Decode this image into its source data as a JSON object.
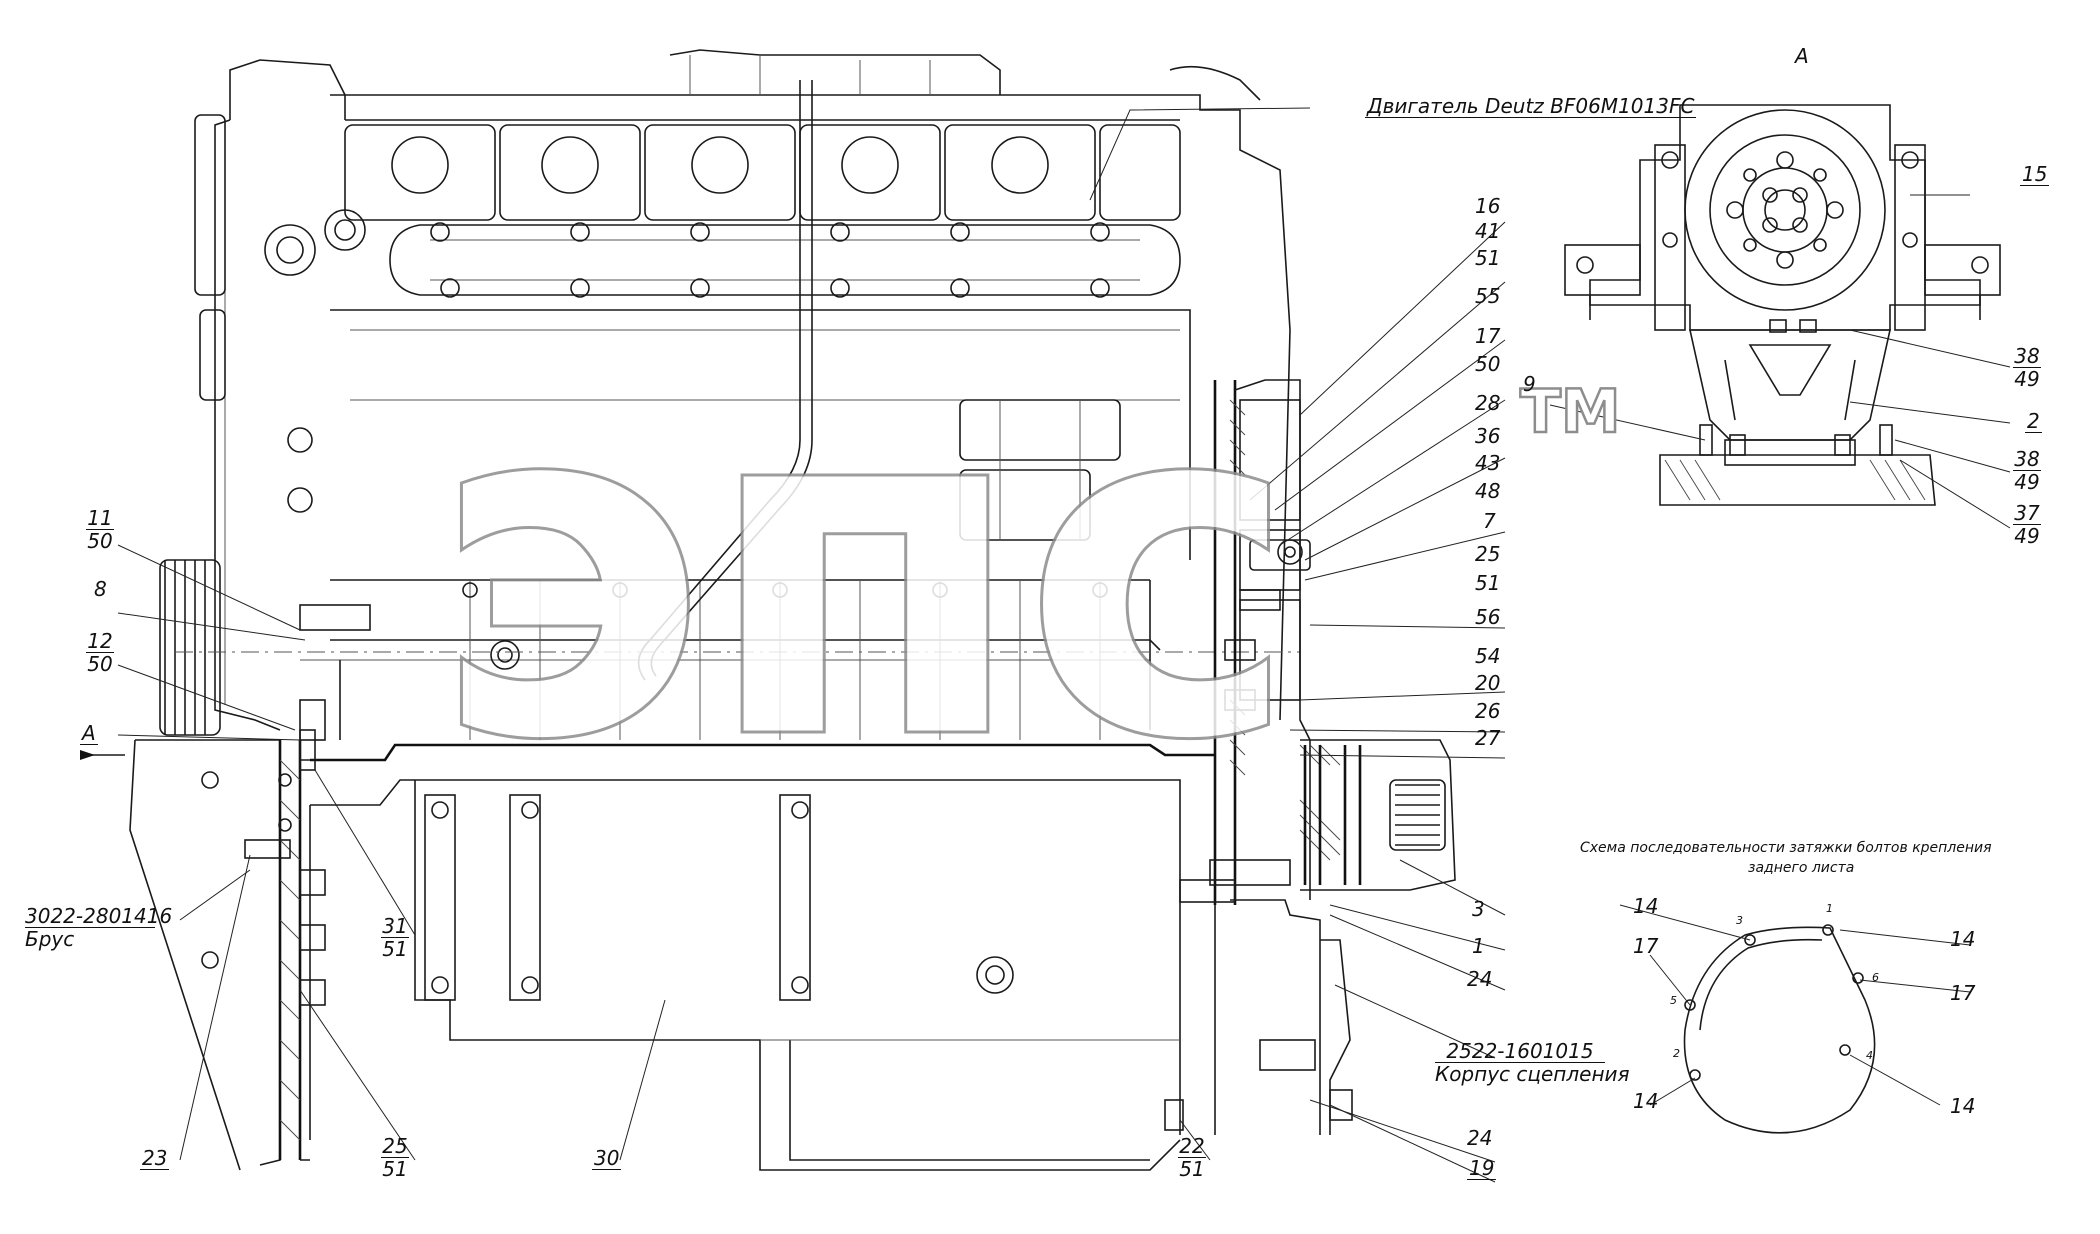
{
  "engine_label": "Двигатель Deutz BF06M1013FC",
  "watermark": {
    "text": "эпс",
    "tm": "TM"
  },
  "view_a": {
    "section_label": "А",
    "view_label": "А"
  },
  "callouts": {
    "c16": "16",
    "c41": "41",
    "c51a": "51",
    "c55": "55",
    "c17": "17",
    "c50a": "50",
    "c28": "28",
    "c36": "36",
    "c43": "43",
    "c48": "48",
    "c7": "7",
    "c25a": "25",
    "c51b": "51",
    "c56": "56",
    "c54": "54",
    "c20": "20",
    "c26": "26",
    "c27": "27",
    "c3": "3",
    "c1": "1",
    "c24a": "24",
    "c11": "11",
    "c50b": "50",
    "c8": "8",
    "c12": "12",
    "c50c": "50",
    "c31": "31",
    "c51c": "51",
    "c23": "23",
    "c25b": "25",
    "c51d": "51",
    "c30": "30",
    "c22": "22",
    "c51e": "51",
    "c24b": "24",
    "c19": "19",
    "c15": "15",
    "c38a": "38",
    "c49a": "49",
    "c2": "2",
    "c9": "9",
    "c38b": "38",
    "c49b": "49",
    "c37": "37",
    "c49c": "49",
    "c14a": "14",
    "c14b": "14",
    "c17a": "17",
    "c17b": "17",
    "c14c": "14",
    "c14d": "14"
  },
  "part_brus": {
    "code": "3022-2801416",
    "name": "Брус"
  },
  "part_clutch": {
    "code": "2522-1601015",
    "name": "Корпус сцепления"
  },
  "tightening_scheme": {
    "title_line1": "Схема последовательности затяжки болтов крепления",
    "title_line2": "заднего листа",
    "order": [
      "1",
      "2",
      "3",
      "4",
      "5",
      "6"
    ]
  }
}
